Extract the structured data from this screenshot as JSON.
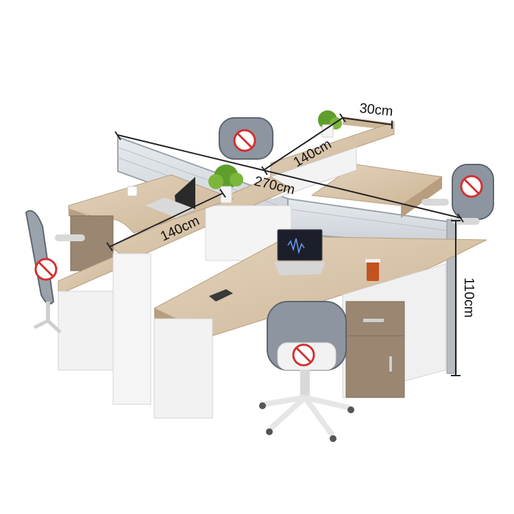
{
  "dimensions": {
    "depth": "30cm",
    "width_short": "140cm",
    "width_long": "270cm",
    "width_front": "140cm",
    "height": "110cm"
  },
  "colors": {
    "wood": "#d9c6ad",
    "wood_dark": "#c9b293",
    "white_panel": "#f1f1f1",
    "cabinet_wood": "#9a8671",
    "partition_glass": "#d6dbe0",
    "chair_mesh": "#8c95a0",
    "no_sign": "#d32f2f"
  },
  "icons": [
    "no-entry-icon",
    "no-entry-icon",
    "no-entry-icon",
    "no-entry-icon"
  ]
}
